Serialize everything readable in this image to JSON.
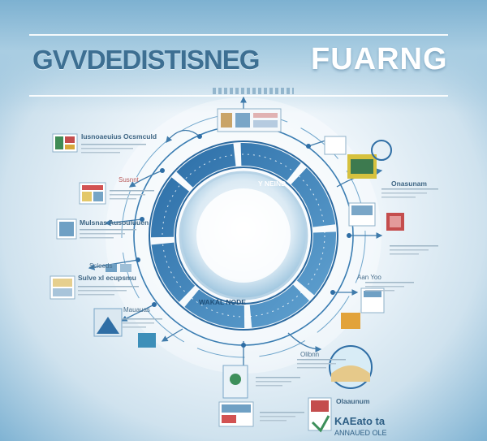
{
  "header": {
    "title_left": "GVVDEDISTISNEG",
    "title_right": "FUARNG"
  },
  "nodes": [
    {
      "id": "n1",
      "label": "Iusnoaeuius  Ocsmculd"
    },
    {
      "id": "n2",
      "label": "Susnnt"
    },
    {
      "id": "n3",
      "label": "Mulsnas  Ausouluuen"
    },
    {
      "id": "n4",
      "label": "Scleeds"
    },
    {
      "id": "n5",
      "label": "Sulve  xl  ecupsmu"
    },
    {
      "id": "n6",
      "label": "Mauauas"
    },
    {
      "id": "n7",
      "label": "Onasunam"
    },
    {
      "id": "n8",
      "label": "Aan  Yoo"
    },
    {
      "id": "n9",
      "label": "Olibnn"
    },
    {
      "id": "n10",
      "label": "Olaaunum"
    },
    {
      "id": "n11",
      "label": "KAEato ta"
    },
    {
      "id": "n12",
      "label": "ANNAUED OLE"
    }
  ],
  "ring_labels": {
    "top": "Y NEIND",
    "bottom": "WAKAL NODE"
  }
}
